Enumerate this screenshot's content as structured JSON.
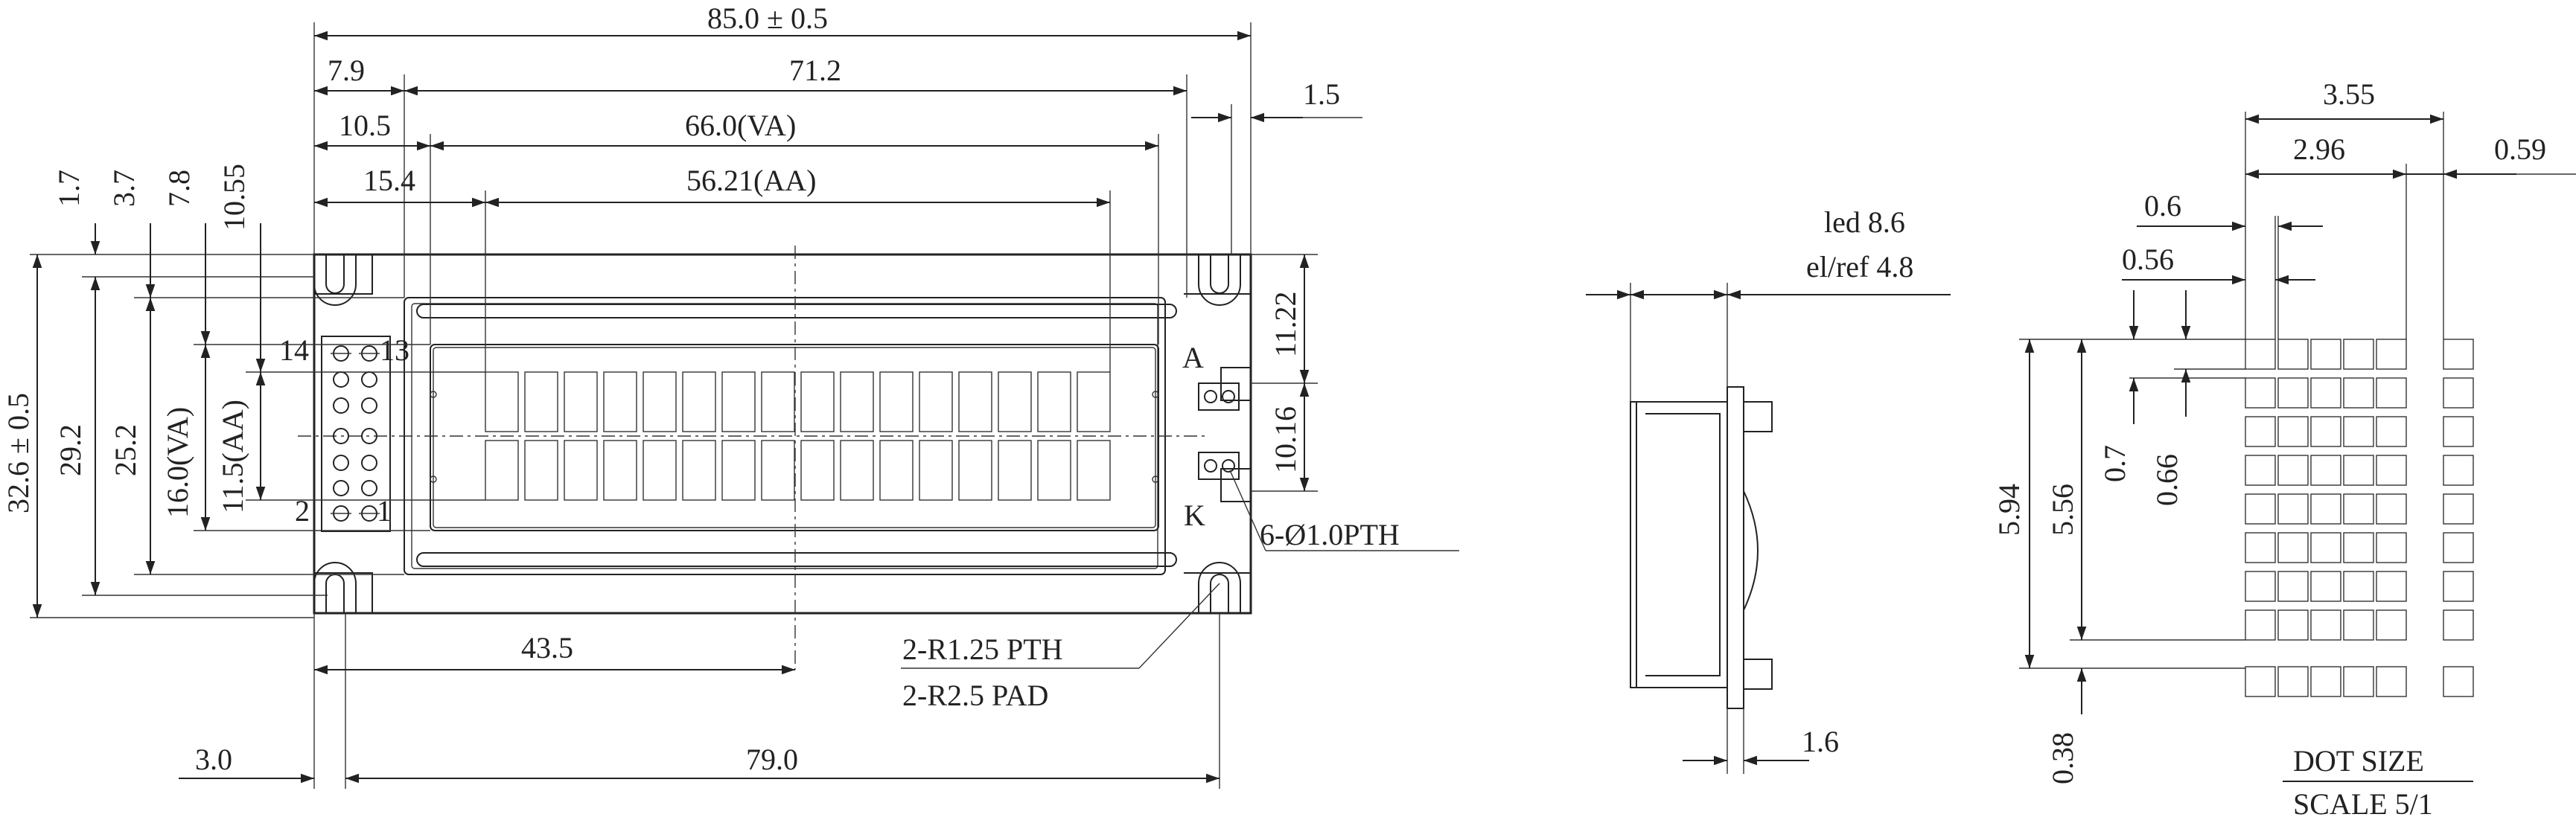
{
  "front_view": {
    "overall_width": "85.0 ± 0.5",
    "pcb_outline_width": "71.2",
    "outline_left": "7.9",
    "view_area_left": "10.5",
    "view_area_width": "66.0(VA)",
    "active_area_left": "15.4",
    "active_area_width": "56.21(AA)",
    "right_offset": "1.5",
    "v_dims": [
      "1.7",
      "3.7",
      "7.8",
      "10.55"
    ],
    "overall_height": "32.6 ± 0.5",
    "hole_pitch_height": "29.2",
    "outline_height": "25.2",
    "view_area_height": "16.0(VA)",
    "active_area_height": "11.5(AA)",
    "right_v_dim_top": "11.22",
    "right_v_dim_mid": "10.16",
    "center_x": "43.5",
    "bottom_left": "3.0",
    "bottom_pitch": "79.0",
    "pin_label_14": "14",
    "pin_label_13": "13",
    "pin_label_2": "2",
    "pin_label_1": "1",
    "anode_label": "A",
    "cathode_label": "K",
    "pth_note": "6-Ø1.0PTH",
    "mount_note_1": "2-R1.25 PTH",
    "mount_note_2": "2-R2.5   PAD"
  },
  "side_view": {
    "led_height": "led 8.6",
    "el_ref_height": "el/ref 4.8",
    "pcb_thickness": "1.6"
  },
  "dot_detail": {
    "char_width": "3.55",
    "dot_block_width": "2.96",
    "char_gap": "0.59",
    "dot_pitch": "0.6",
    "dot_width": "0.56",
    "char_height": "5.94",
    "dot_block_height": "5.56",
    "dot_pitch_v": "0.7",
    "dot_height": "0.66",
    "underline_gap": "0.38",
    "title": "DOT SIZE",
    "scale": "SCALE 5/1"
  }
}
